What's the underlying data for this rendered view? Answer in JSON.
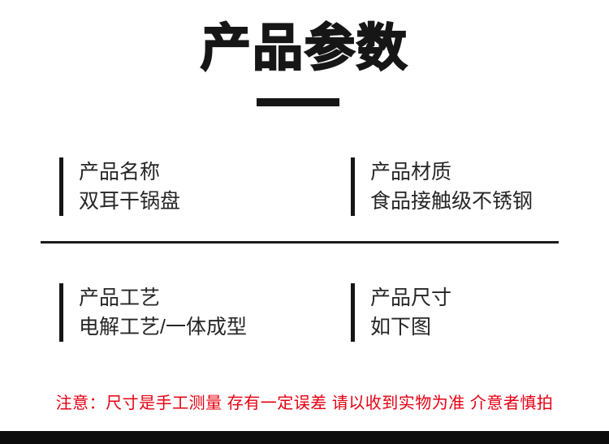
{
  "header": {
    "title": "产品参数"
  },
  "specs": [
    {
      "label": "产品名称",
      "value": "双耳干锅盘"
    },
    {
      "label": "产品材质",
      "value": "食品接触级不锈钢"
    },
    {
      "label": "产品工艺",
      "value": "电解工艺/一体成型"
    },
    {
      "label": "产品尺寸",
      "value": "如下图"
    }
  ],
  "notice": {
    "text": "注意：尺寸是手工测量 存有一定误差 请以收到实物为准 介意者慎拍"
  },
  "colors": {
    "ink": "#161616",
    "body_text": "#262626",
    "notice_red": "#e60012",
    "background": "#ffffff",
    "footer_bar": "#0c0c0c"
  }
}
